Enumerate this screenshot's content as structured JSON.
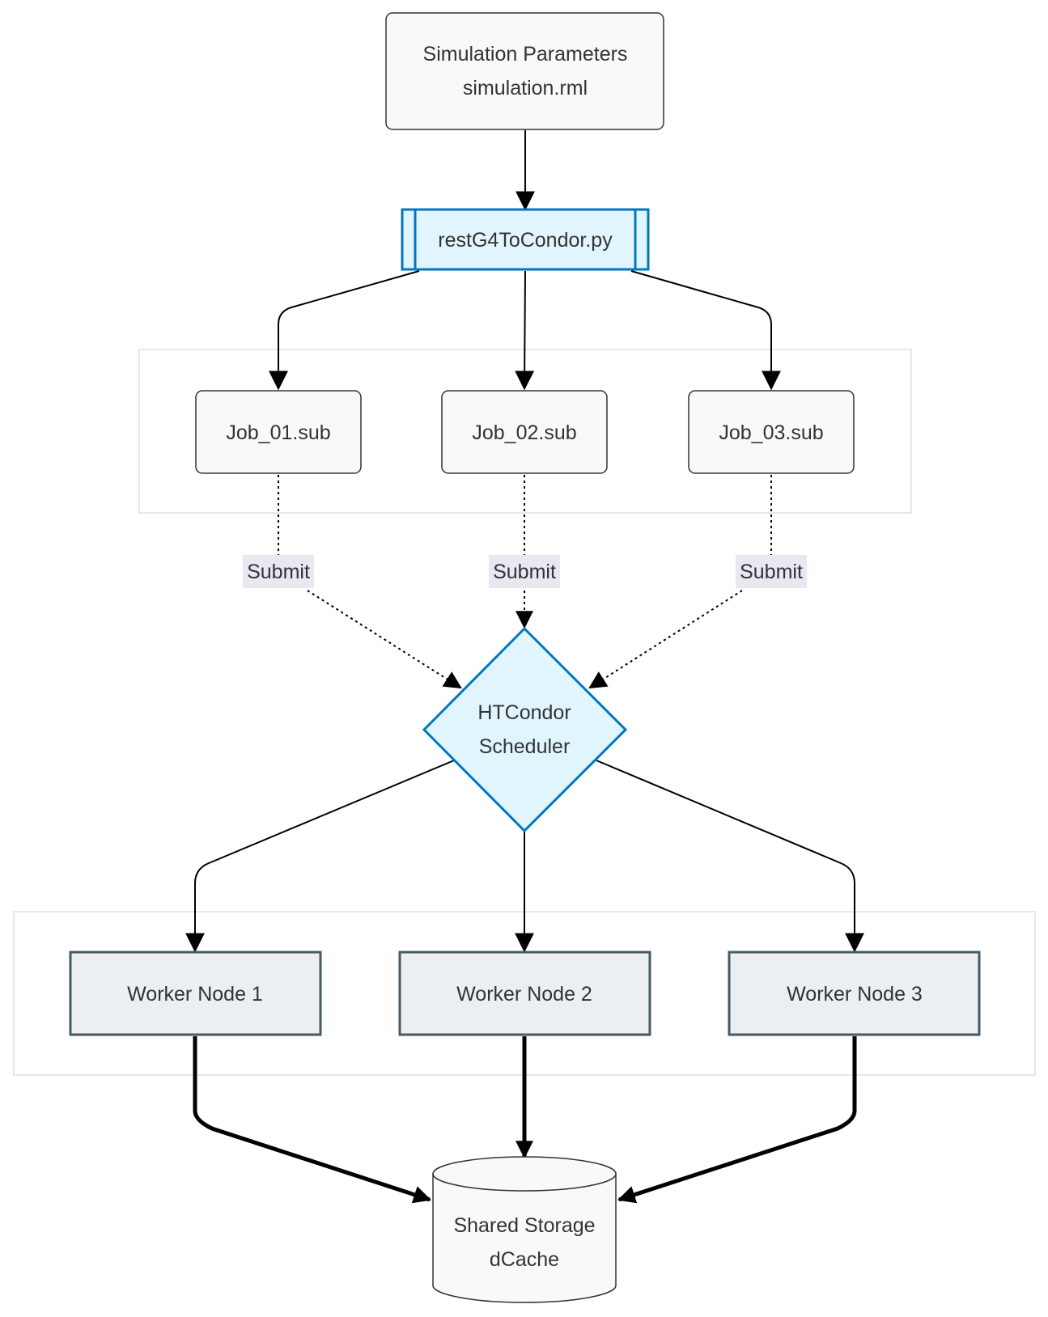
{
  "nodes": {
    "params": {
      "line1": "Simulation Parameters",
      "line2": "simulation.rml"
    },
    "script": {
      "label": "restG4ToCondor.py"
    },
    "job1": {
      "label": "Job_01.sub"
    },
    "job2": {
      "label": "Job_02.sub"
    },
    "job3": {
      "label": "Job_03.sub"
    },
    "scheduler": {
      "line1": "HTCondor",
      "line2": "Scheduler"
    },
    "worker1": {
      "label": "Worker Node 1"
    },
    "worker2": {
      "label": "Worker Node 2"
    },
    "worker3": {
      "label": "Worker Node 3"
    },
    "storage": {
      "line1": "Shared Storage",
      "line2": "dCache"
    }
  },
  "edges": {
    "submit1": "Submit",
    "submit2": "Submit",
    "submit3": "Submit"
  },
  "colors": {
    "default_fill": "#f9f9f9",
    "default_stroke": "#333333",
    "highlight_fill": "#e1f5fe",
    "highlight_stroke": "#0277bd",
    "worker_fill": "#eceff1",
    "worker_stroke": "#455a64",
    "cluster_stroke": "#e0e0e0",
    "edge_label_bg": "#e8e8f3"
  }
}
